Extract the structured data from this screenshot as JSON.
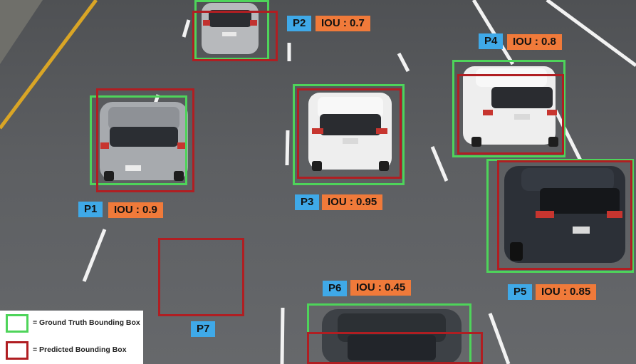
{
  "colors": {
    "ground_truth": "#4ed45a",
    "predicted": "#b01e22",
    "id_label_bg": "#3fa9e8",
    "iou_label_bg": "#f07a3a"
  },
  "detections": [
    {
      "id": "P1",
      "iou": "IOU : 0.9",
      "car": "silver-hatchback"
    },
    {
      "id": "P2",
      "iou": "IOU : 0.7",
      "car": "silver-hatchback"
    },
    {
      "id": "P3",
      "iou": "IOU : 0.95",
      "car": "white-suv"
    },
    {
      "id": "P4",
      "iou": "IOU : 0.8",
      "car": "white-suv"
    },
    {
      "id": "P5",
      "iou": "IOU : 0.85",
      "car": "dark-suv"
    },
    {
      "id": "P6",
      "iou": "IOU : 0.45",
      "car": "dark-suv"
    },
    {
      "id": "P7"
    }
  ],
  "legend": {
    "ground_truth": "= Ground Truth Bounding Box",
    "predicted": "= Predicted Bounding Box"
  }
}
